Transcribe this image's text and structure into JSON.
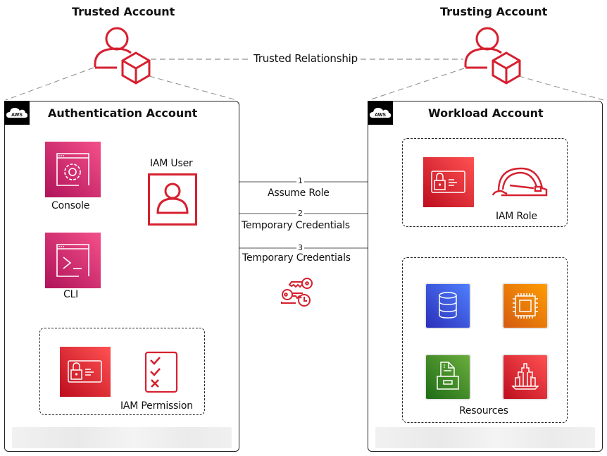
{
  "diagram": {
    "trusted_account": {
      "title": "Trusted Account"
    },
    "trusting_account": {
      "title": "Trusting Account"
    },
    "relationship_label": "Trusted Relationship",
    "authentication_account": {
      "title": "Authentication Account",
      "badge": "AWS",
      "console_label": "Console",
      "cli_label": "CLI",
      "iam_user_label": "IAM User",
      "permission_group_label": "IAM Permission"
    },
    "workload_account": {
      "title": "Workload Account",
      "badge": "AWS",
      "role_group_label": "IAM Role",
      "resources_group_label": "Resources",
      "resources": [
        {
          "name": "database",
          "color": "#3b4fd8"
        },
        {
          "name": "compute",
          "color": "#e8740c"
        },
        {
          "name": "storage",
          "color": "#3f8e2a"
        },
        {
          "name": "analytics",
          "color": "#d6202f"
        }
      ]
    },
    "flows": [
      {
        "step": "1",
        "label": "Assume Role",
        "direction": "user-to-role"
      },
      {
        "step": "2",
        "label": "Temporary Credentials",
        "direction": "role-to-user"
      },
      {
        "step": "3",
        "label": "Temporary Credentials",
        "direction": "user-to-resources"
      }
    ],
    "colors": {
      "accent_red": "#d6202f",
      "console_pink": "#d0236a",
      "iam_red": "#d6202f",
      "line_gray": "#777777"
    }
  }
}
